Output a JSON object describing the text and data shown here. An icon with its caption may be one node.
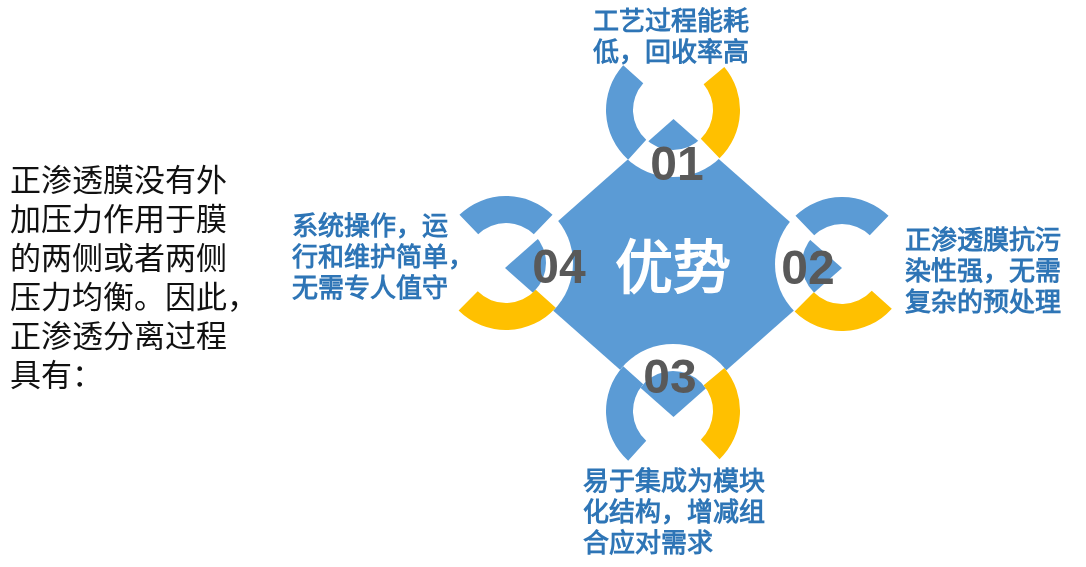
{
  "diagram": {
    "nodes": [
      {
        "text": [
          "优势"
        ]
      },
      {
        "text": [
          "01"
        ],
        "beside": [
          "工艺过程能耗低，回收率高"
        ]
      },
      {
        "text": [
          "02"
        ],
        "beside": [
          "正渗透膜抗污染性强，无需复杂的预处理"
        ]
      },
      {
        "text": [
          "03"
        ],
        "beside": [
          "易于集成为模块化结构，增减组合应对需求"
        ]
      },
      {
        "text": [
          "04"
        ],
        "beside": [
          "系统操作，运行和维护简单，无需专人值守"
        ]
      }
    ],
    "labels": [
      "正渗透膜没有外加压力作用于膜的两侧或者两侧压力均衡。因此，正渗透分离过程具有："
    ]
  }
}
